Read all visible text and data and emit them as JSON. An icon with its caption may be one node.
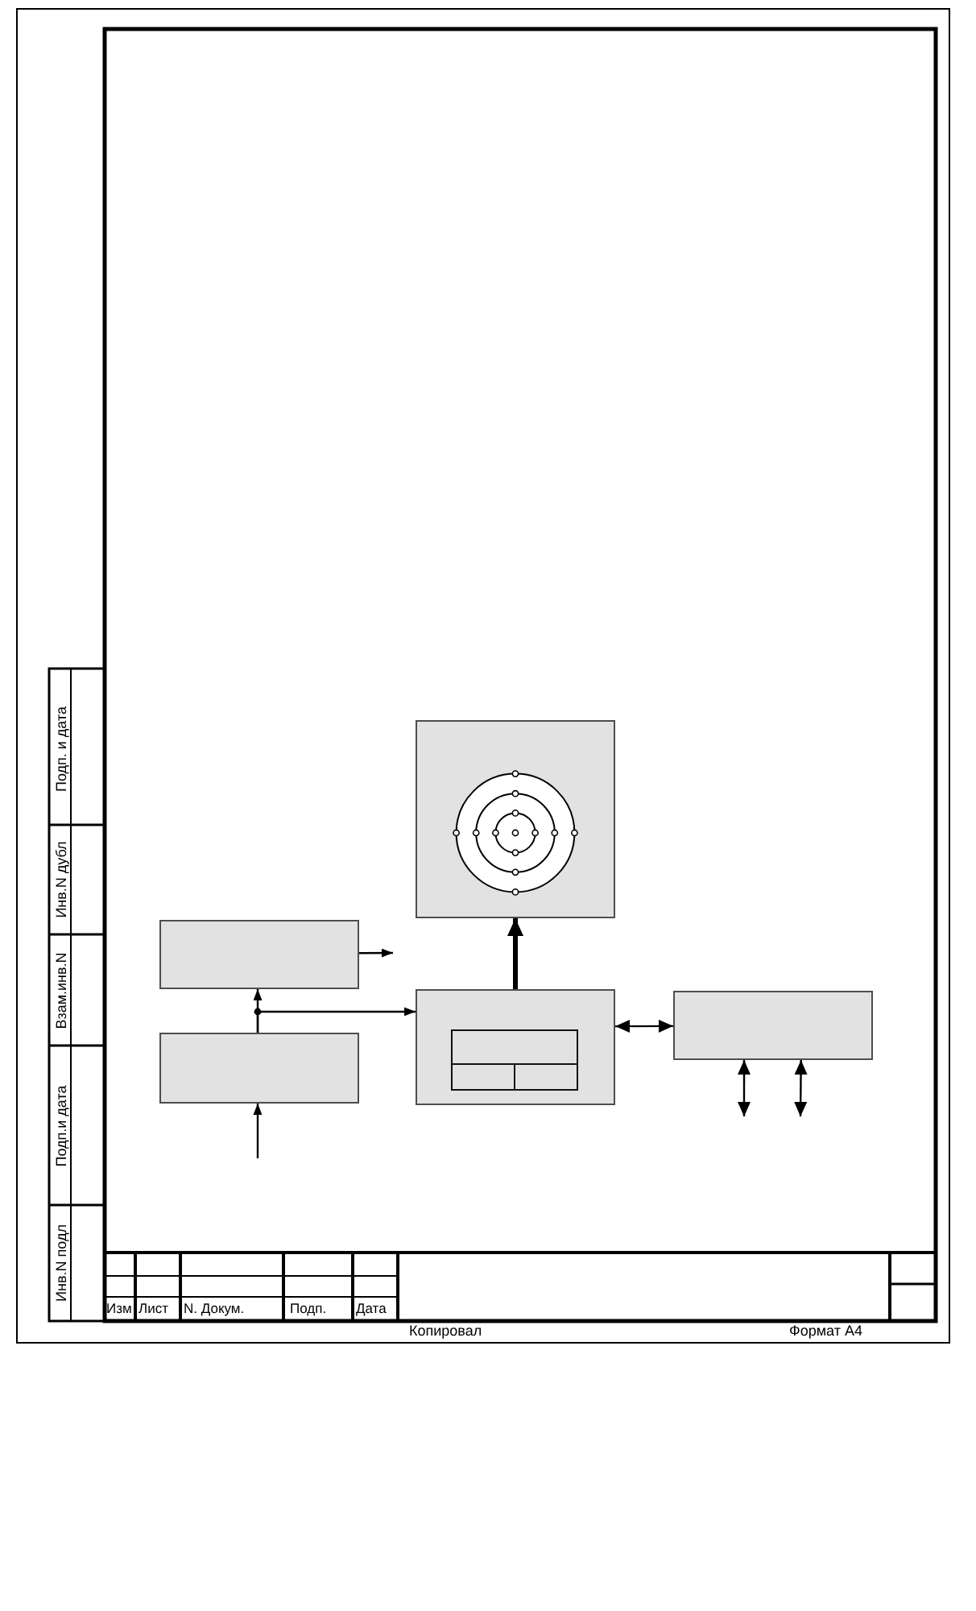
{
  "diagram": {
    "nodes": [
      {
        "text": [],
        "shape": "box"
      },
      {
        "text": [],
        "shape": "picture",
        "in": 0
      },
      {
        "text": [],
        "shape": "box"
      },
      {
        "text": [],
        "shape": "box"
      },
      {
        "text": [],
        "shape": "box",
        "in": 3
      },
      {
        "text": [],
        "shape": "box"
      },
      {
        "text": [],
        "shape": "box"
      }
    ],
    "edges": [
      {
        "from": 3,
        "to": 0,
        "arrow": "to",
        "style": "thick"
      },
      {
        "from": 2,
        "to": null,
        "arrow": "to"
      },
      {
        "from": null,
        "to": 6,
        "arrow": "to"
      },
      {
        "from": 6,
        "to": 2,
        "arrow": "to"
      },
      {
        "from": 6,
        "to": 3,
        "arrow": "to"
      },
      {
        "from": 3,
        "to": 5,
        "arrow": "both"
      },
      {
        "from": 5,
        "to": null,
        "arrow": "both"
      },
      {
        "from": 5,
        "to": null,
        "arrow": "both"
      }
    ],
    "labels": [
      "Подп. и дата",
      "Инв.N дубл",
      "Взам.инв.N",
      "Подп.и дата",
      "Инв.N подл",
      "Изм",
      "Лист",
      "N. Докум.",
      "Подп.",
      "Дата",
      "Копировал",
      "Формат А4"
    ]
  }
}
